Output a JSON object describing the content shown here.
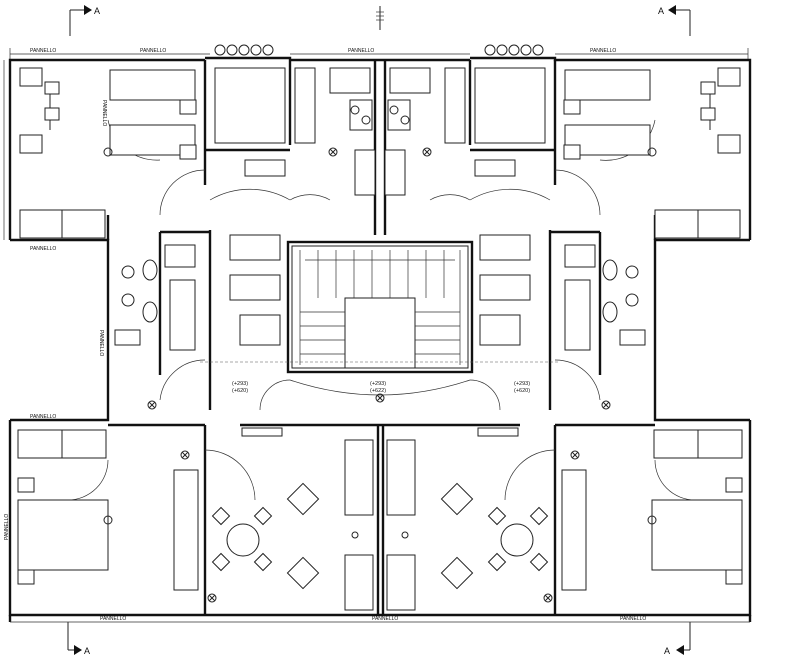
{
  "section_marks": {
    "letter": "A"
  },
  "panel_labels": {
    "top_left_1": "PANNELLO",
    "top_left_2": "PANNELLO",
    "top_center_1": "PANNELLO",
    "top_right_1": "PANNELLO",
    "left_mid_1": "PANNELLO",
    "left_mid_2": "PANNELLO",
    "left_lower": "PANNELLO",
    "bottom_left": "PANNELLO",
    "bottom_center": "PANNELLO",
    "bottom_right": "PANNELLO",
    "bath_left": "PANNELLO",
    "bath_right": "PANNELLO"
  },
  "levels": {
    "left": [
      "(+293)",
      "(+620)"
    ],
    "center": [
      "(+293)",
      "(+622)"
    ],
    "right": [
      "(+293)",
      "(+620)"
    ]
  }
}
